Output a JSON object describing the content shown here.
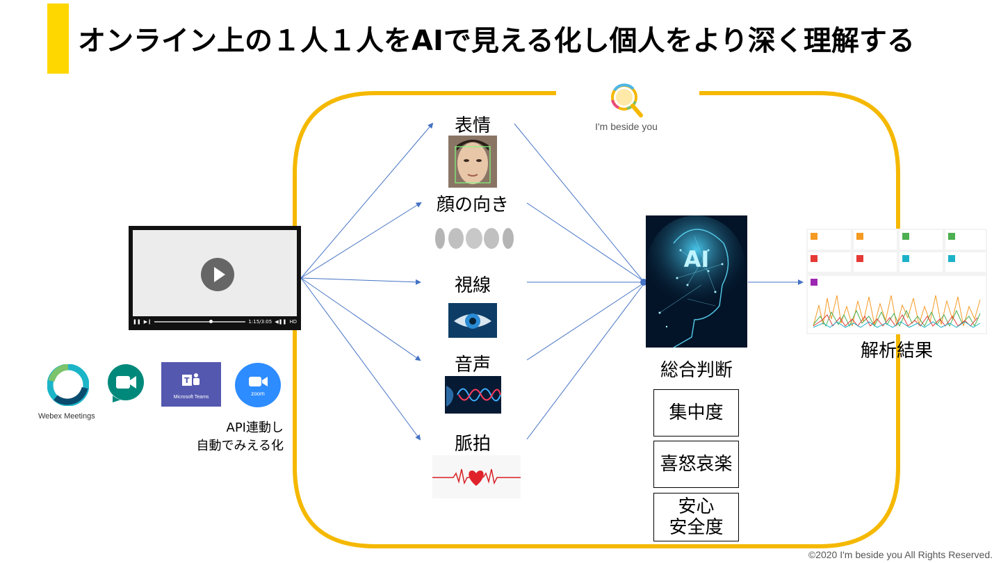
{
  "title": "オンライン上の１人１人をAIで見える化し個人をより深く理解する",
  "brand": {
    "logo_text": "I'm beside you"
  },
  "inputs": [
    {
      "id": "expression",
      "label": "表情"
    },
    {
      "id": "face-direction",
      "label": "顔の向き"
    },
    {
      "id": "gaze",
      "label": "視線"
    },
    {
      "id": "voice",
      "label": "音声"
    },
    {
      "id": "pulse",
      "label": "脈拍"
    }
  ],
  "video_player": {
    "time": "1:15/3:05",
    "quality": "HD"
  },
  "apps": {
    "webex_caption": "Webex Meetings",
    "teams_caption": "Microsoft Teams",
    "zoom_caption": "zoom"
  },
  "api_note": {
    "line1": "API連動し",
    "line2": "自動でみえる化"
  },
  "ai": {
    "badge": "AI",
    "label": "総合判断"
  },
  "results": [
    {
      "label_line1": "集中度",
      "label_line2": ""
    },
    {
      "label_line1": "喜怒哀楽",
      "label_line2": ""
    },
    {
      "label_line1": "安心",
      "label_line2": "安全度"
    }
  ],
  "analysis": {
    "label": "解析結果"
  },
  "colors": {
    "accent_yellow": "#FFD700",
    "frame_yellow": "#F5B800",
    "arrow_blue": "#4472C4"
  },
  "copyright": "©2020 I'm beside you  All Rights Reserved."
}
